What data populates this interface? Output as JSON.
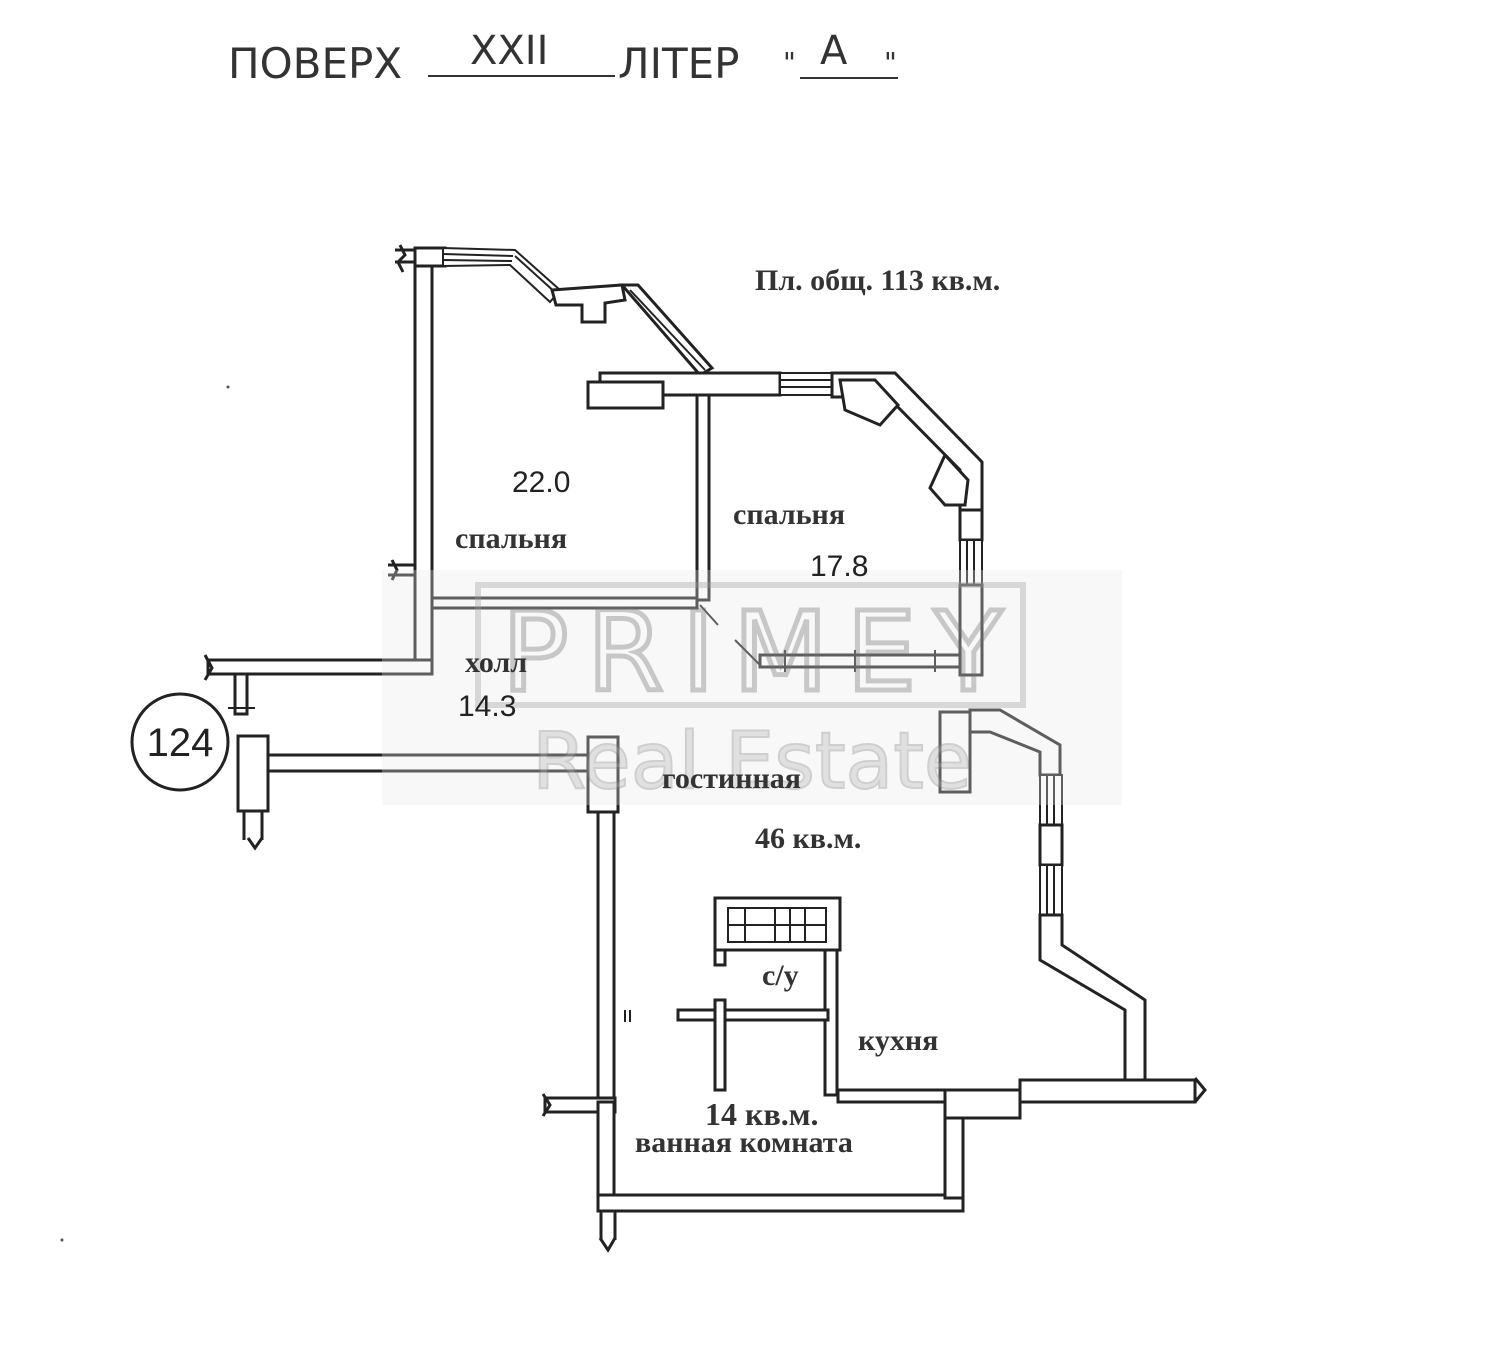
{
  "header": {
    "floor_word": "ПОВЕРХ",
    "floor_value": "XXII",
    "liter_word": "ЛІТЕР",
    "liter_value": "А",
    "quote_open": "\"",
    "quote_close": "\""
  },
  "total_area": "Пл. общ. 113 кв.м.",
  "rooms": {
    "bedroom_1": {
      "area": "22.0",
      "name": "спальня"
    },
    "bedroom_2": {
      "name": "спальня",
      "area": "17.8"
    },
    "hall": {
      "name": "холл",
      "area": "14.3"
    },
    "living": {
      "name": "гостинная",
      "area": "46 кв.м."
    },
    "wc": {
      "name": "с/у"
    },
    "kitchen": {
      "name": "кухня"
    },
    "bathroom": {
      "area": "14 кв.м.",
      "name": "ванная комната"
    }
  },
  "apartment_number": "124",
  "watermark": {
    "brand": "P R I M E Y",
    "sub": "Real Estate"
  },
  "colors": {
    "line": "#222222",
    "text": "#333333",
    "watermark": "#b8b8b8"
  }
}
